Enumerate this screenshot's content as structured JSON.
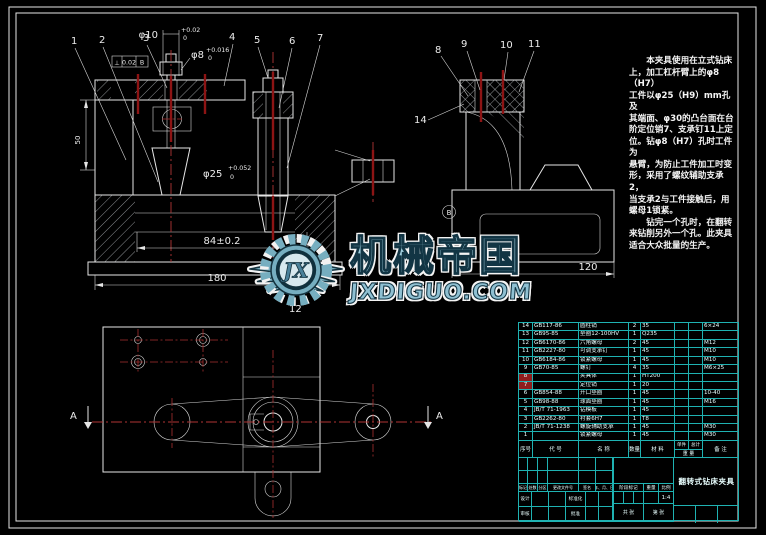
{
  "sheet": {
    "bg": "#000000",
    "line_color": "#e6e6e6",
    "centerline_color": "#b03535",
    "table_line_color": "#1fb2b2",
    "highlight_row_color": "#8f1d1d"
  },
  "tech_notes": {
    "text": "　　本夹具使用在立式钻床\n上，加工杠杆臂上的φ8（H7）\n工件以φ25（H9）mm孔及\n其端面、φ30的凸台面在台\n阶定位销7、支承钉11上定\n位。钻φ8（H7）孔时工件为\n悬臂，为防止工件加工时变\n形，采用了螺纹辅助支承2，\n当支承2与工件接触后，用\n螺母1锁紧。\n　　钻完一个孔时，在翻转\n来钻削另外一个孔。此夹具\n适合大众批量的生产。"
  },
  "callouts": [
    "1",
    "2",
    "3",
    "4",
    "5",
    "6",
    "7",
    "8",
    "9",
    "10",
    "11",
    "12",
    "14"
  ],
  "dims": {
    "phi10": "φ10",
    "phi10_up": "+0.02",
    "phi10_dn": "0",
    "phi8": "φ8",
    "phi8_up": "+0.016",
    "phi8_dn": "0",
    "phi25": "φ25",
    "phi25_up": "+0.052",
    "phi25_dn": "0",
    "d84": "84±0.2",
    "d180": "180",
    "d120": "120",
    "d50": "50",
    "gdt_symbol": "⊥",
    "gdt_value": "0.02",
    "gdt_datum": "B"
  },
  "labels": {
    "section": "A",
    "datum_b": "B"
  },
  "watermark": {
    "brand": "机械帝国",
    "site": "JXDIGUO.COM",
    "monogram": "JX"
  },
  "bom": {
    "headers": {
      "num": "序号",
      "code": "代  号",
      "name": "名  称",
      "qty": "数量",
      "mat": "材  料",
      "unit": "单件",
      "total": "总计",
      "weight": "重  量",
      "remark": "备 注"
    },
    "rows": [
      {
        "num": "14",
        "code": "GB117-86",
        "name": "圆柱销",
        "qty": "2",
        "mat": "35",
        "remark": "6×24"
      },
      {
        "num": "13",
        "code": "GB95-85",
        "name": "垫圈12-100HV",
        "qty": "1",
        "mat": "Q235",
        "remark": ""
      },
      {
        "num": "12",
        "code": "GB6170-86",
        "name": "六角螺母",
        "qty": "2",
        "mat": "45",
        "remark": "M12"
      },
      {
        "num": "11",
        "code": "GB2227-80",
        "name": "可调支承钉",
        "qty": "1",
        "mat": "45",
        "remark": "M10"
      },
      {
        "num": "10",
        "code": "GB6184-86",
        "name": "锁紧螺母",
        "qty": "1",
        "mat": "45",
        "remark": "M10"
      },
      {
        "num": "9",
        "code": "GB70-85",
        "name": "螺钉",
        "qty": "4",
        "mat": "35",
        "remark": "M6×25"
      },
      {
        "num": "8",
        "code": "",
        "name": "夹具体",
        "qty": "1",
        "mat": "HT200",
        "remark": "",
        "highlight": true
      },
      {
        "num": "7",
        "code": "",
        "name": "定位销",
        "qty": "1",
        "mat": "20",
        "remark": "",
        "highlight": true
      },
      {
        "num": "6",
        "code": "GB854-88",
        "name": "开口垫圈",
        "qty": "1",
        "mat": "45",
        "remark": "10-40"
      },
      {
        "num": "5",
        "code": "GB98-88",
        "name": "球面垫圈",
        "qty": "1",
        "mat": "45",
        "remark": "M16"
      },
      {
        "num": "4",
        "code": "JB/T 71-1963",
        "name": "钻模板",
        "qty": "1",
        "mat": "45",
        "remark": ""
      },
      {
        "num": "3",
        "code": "GB2262-80",
        "name": "衬套6H7",
        "qty": "1",
        "mat": "T8",
        "remark": ""
      },
      {
        "num": "2",
        "code": "JB/T 71-1238",
        "name": "螺旋辅助支承",
        "qty": "1",
        "mat": "45",
        "remark": "M30"
      },
      {
        "num": "1",
        "code": "",
        "name": "锁紧螺母",
        "qty": "1",
        "mat": "45",
        "remark": "M30"
      }
    ]
  },
  "title_block": {
    "title": "翻转式钻床夹具",
    "scale_value": "1:4",
    "fields": {
      "mark": "标记",
      "count": "处数",
      "zone": "分区",
      "change_file": "更改文件号",
      "sign": "签名",
      "date": "年、月、日",
      "design": "设计",
      "review": "审核",
      "standard": "标准化",
      "approve": "批准",
      "stage_mark": "阶段标记",
      "weight": "重量",
      "scale": "比例",
      "sheets_total": "共  张",
      "sheet_no": "第  张"
    }
  }
}
